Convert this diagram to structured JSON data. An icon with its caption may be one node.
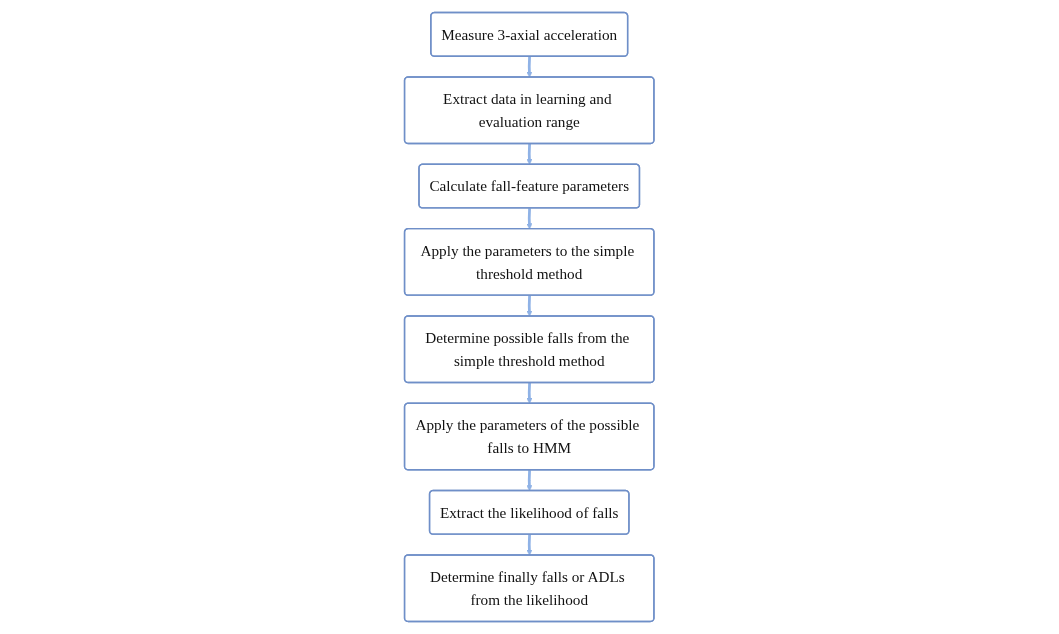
{
  "diagram": {
    "nodes": [
      {
        "text": [
          "Measure 3-axial acceleration"
        ]
      },
      {
        "text": [
          "Extract data in learning and evaluation range"
        ]
      },
      {
        "text": [
          "Calculate fall-feature parameters"
        ]
      },
      {
        "text": [
          "Apply the parameters to the simple threshold method"
        ]
      },
      {
        "text": [
          "Determine possible falls from the simple threshold method"
        ]
      },
      {
        "text": [
          "Apply the parameters of the possible falls to HMM"
        ]
      },
      {
        "text": [
          "Extract the likelihood of falls"
        ]
      },
      {
        "text": [
          "Determine finally falls or ADLs from the likelihood"
        ]
      }
    ],
    "edges": [
      {
        "from": 0,
        "to": 1,
        "arrow": "to"
      },
      {
        "from": 1,
        "to": 2,
        "arrow": "to"
      },
      {
        "from": 2,
        "to": 3,
        "arrow": "to"
      },
      {
        "from": 3,
        "to": 4,
        "arrow": "to"
      },
      {
        "from": 4,
        "to": 5,
        "arrow": "to"
      },
      {
        "from": 5,
        "to": 6,
        "arrow": "to"
      },
      {
        "from": 6,
        "to": 7,
        "arrow": "to"
      }
    ]
  }
}
